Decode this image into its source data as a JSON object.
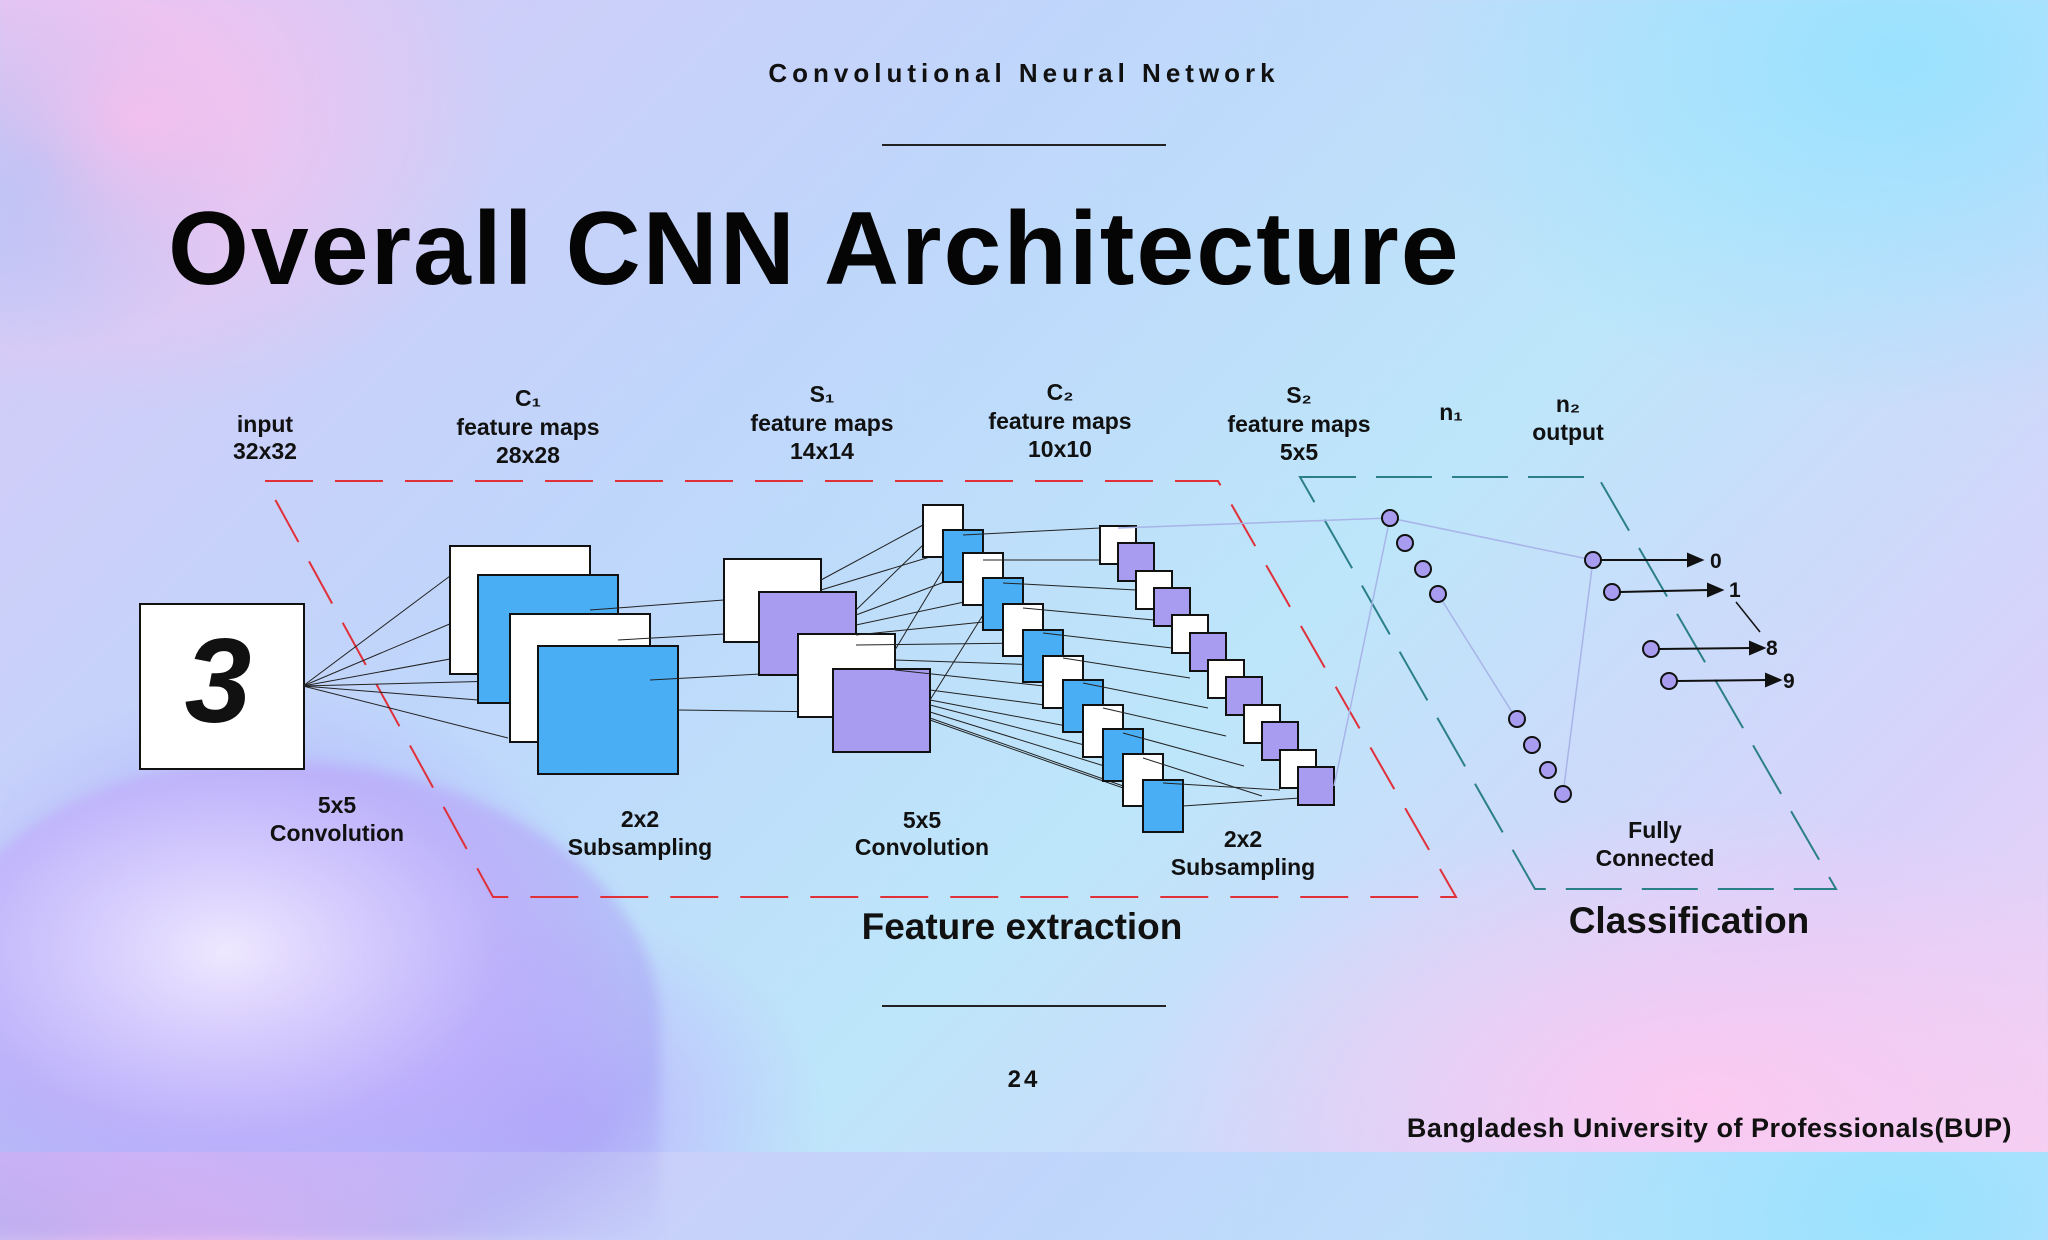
{
  "slide": {
    "subtitle": "Convolutional Neural Network",
    "title": "Overall CNN Architecture",
    "page_number": "24",
    "footer": "Bangladesh University of Professionals(BUP)"
  },
  "diagram": {
    "layers": {
      "input": {
        "line1": "input",
        "line2": "32x32"
      },
      "c1": {
        "name": "C₁",
        "line1": "feature maps",
        "line2": "28x28"
      },
      "s1": {
        "name": "S₁",
        "line1": "feature maps",
        "line2": "14x14"
      },
      "c2": {
        "name": "C₂",
        "line1": "feature maps",
        "line2": "10x10"
      },
      "s2": {
        "name": "S₂",
        "line1": "feature maps",
        "line2": "5x5"
      },
      "n1": {
        "name": "n₁"
      },
      "n2": {
        "name": "n₂",
        "line1": "output"
      }
    },
    "operations": {
      "conv1": {
        "line1": "5x5",
        "line2": "Convolution"
      },
      "sub1": {
        "line1": "2x2",
        "line2": "Subsampling"
      },
      "conv2": {
        "line1": "5x5",
        "line2": "Convolution"
      },
      "sub2": {
        "line1": "2x2",
        "line2": "Subsampling"
      },
      "fc": {
        "line1": "Fully",
        "line2": "Connected"
      }
    },
    "input_digit": "3",
    "outputs": [
      "0",
      "1",
      "8",
      "9"
    ],
    "sections": {
      "feature_extraction": "Feature extraction",
      "classification": "Classification"
    },
    "colors": {
      "blue_map": "#4aaef5",
      "purple_map": "#a89cf0",
      "node": "#a89cf0",
      "feature_border": "#e0303a",
      "classification_border": "#2b7f86"
    }
  }
}
